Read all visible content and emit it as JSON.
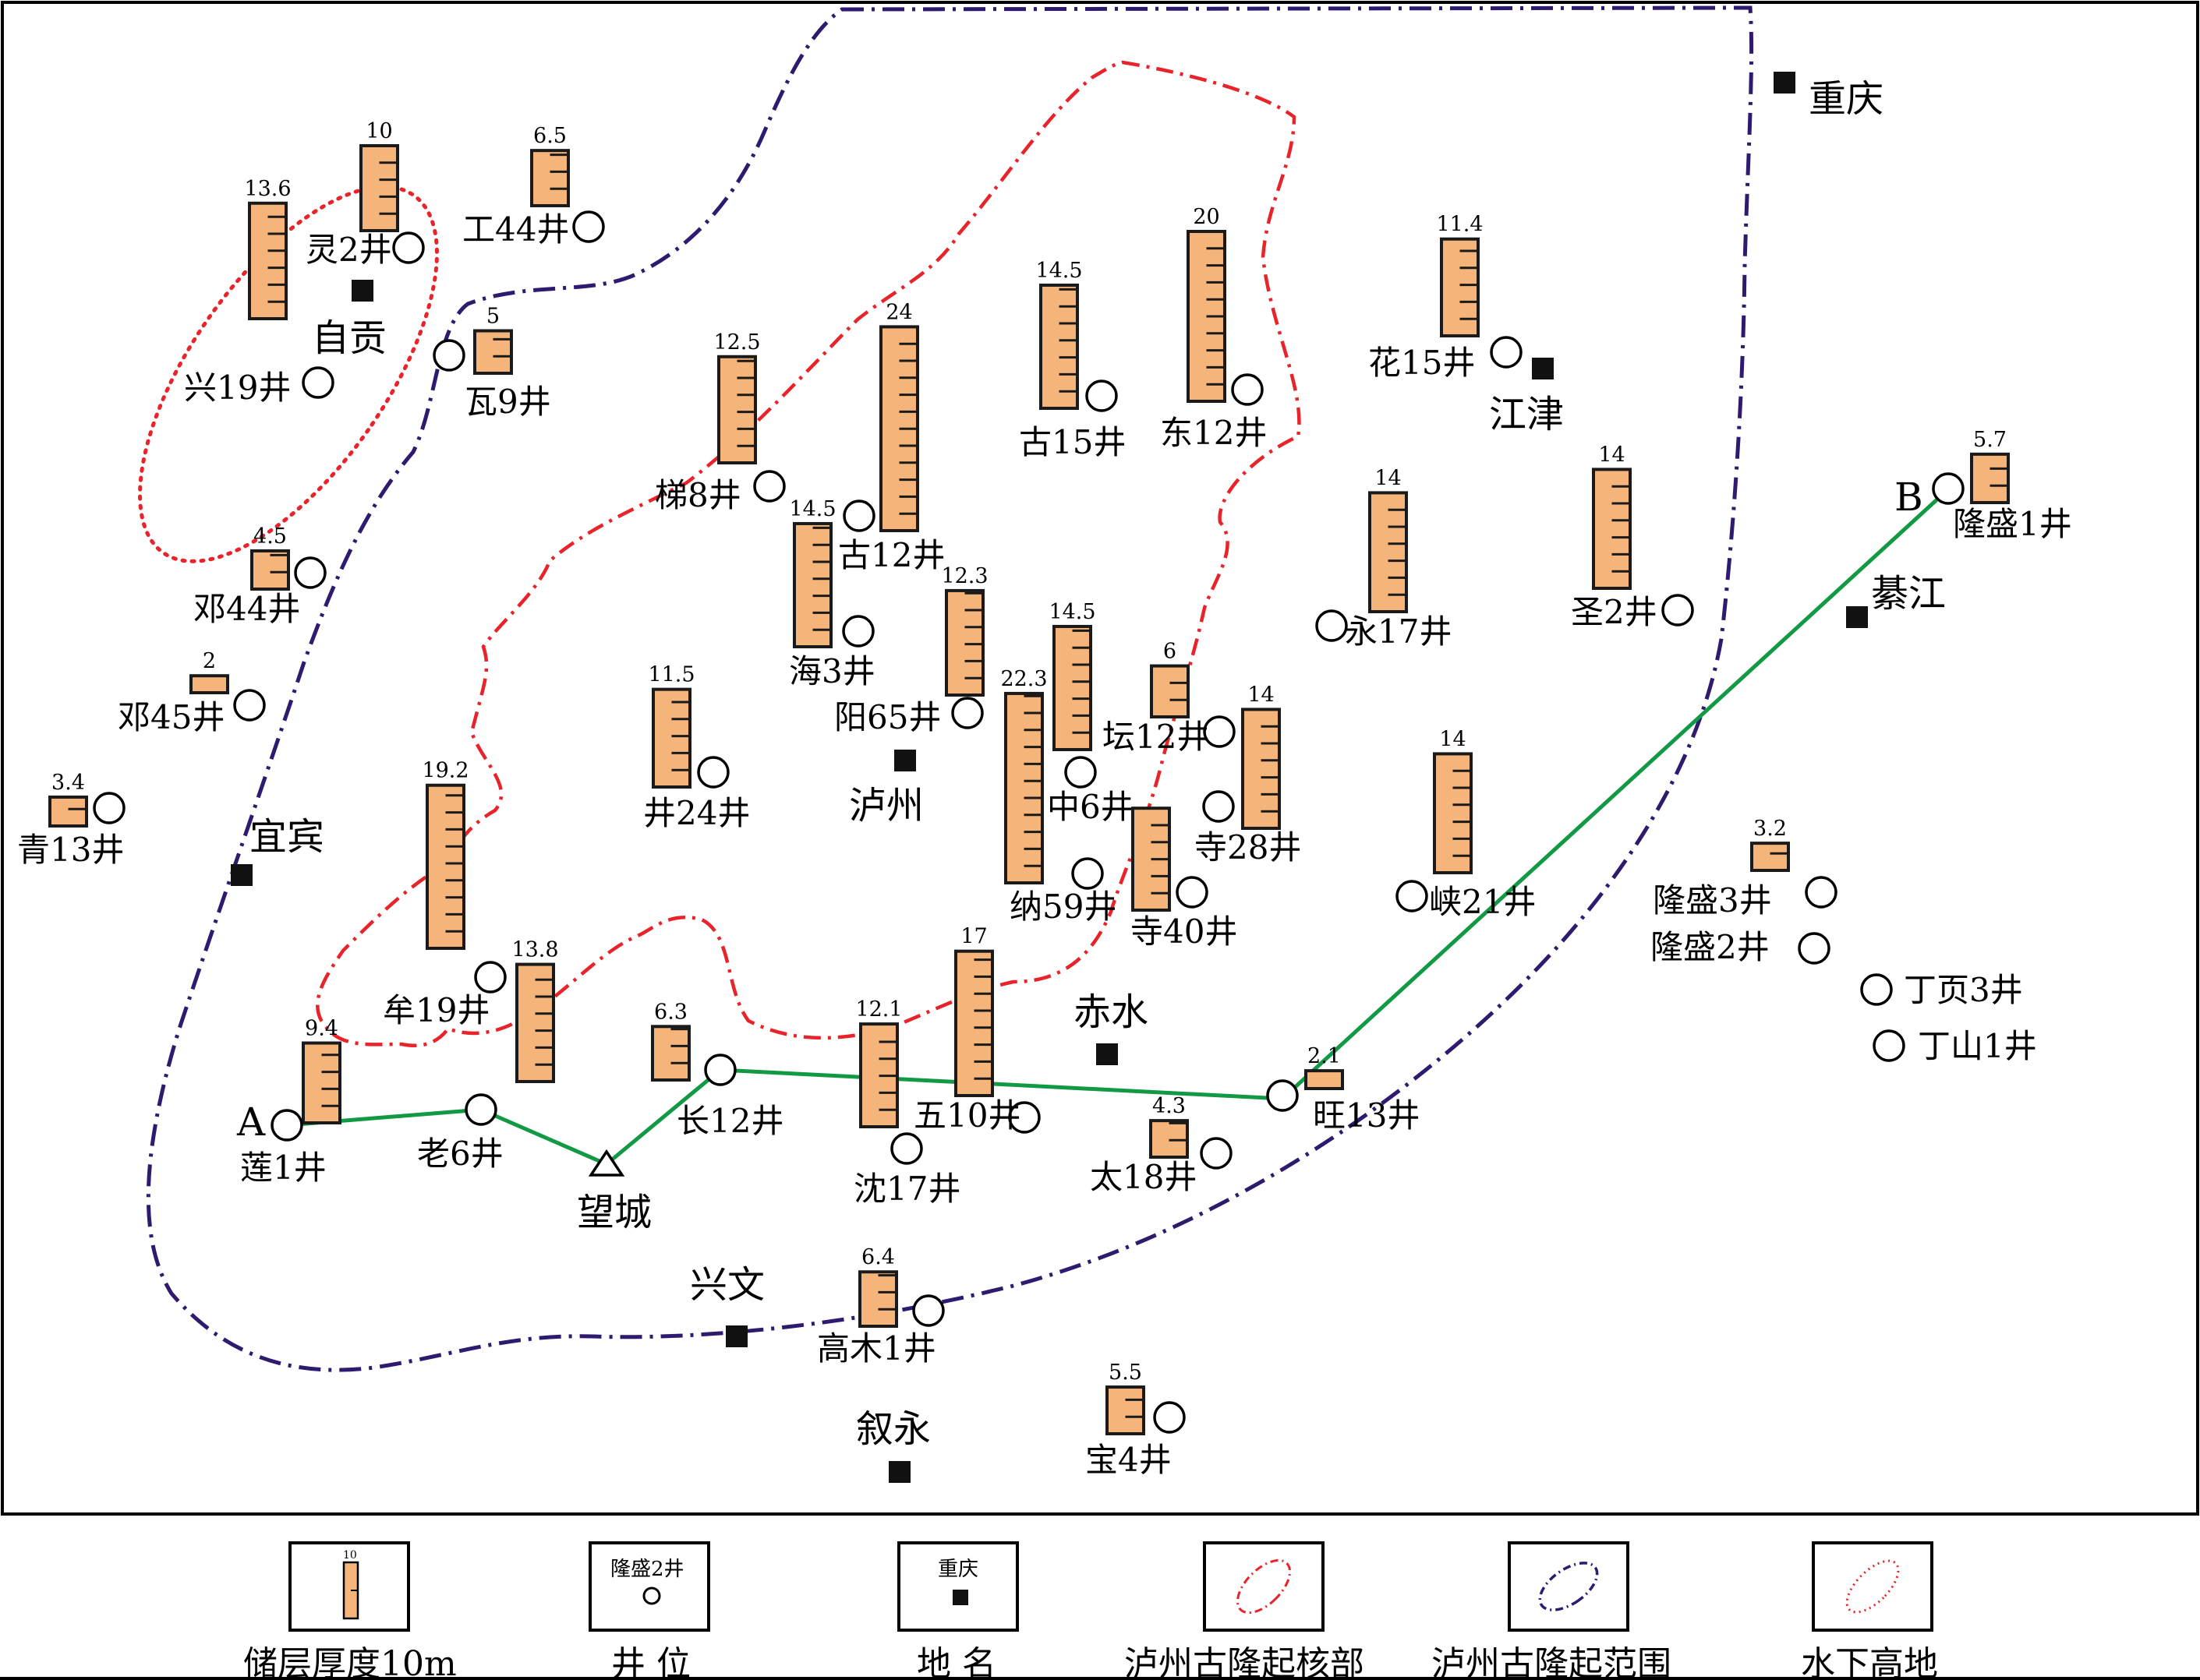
{
  "colors": {
    "bar_fill": "#F5B47A",
    "bar_stroke": "#1A1A1A",
    "core_boundary": "#E8232A",
    "range_boundary": "#2E1A6E",
    "highland": "#E8232A",
    "section_line": "#119944"
  },
  "thickness_scale_m_per_tick": 2,
  "wells": [
    {
      "name": "灵2井",
      "thickness": "10",
      "t": 10
    },
    {
      "name": "兴19井",
      "thickness": "13.6",
      "t": 13.6
    },
    {
      "name": "工44井",
      "thickness": "6.5",
      "t": 6.5
    },
    {
      "name": "瓦9井",
      "thickness": "5",
      "t": 5
    },
    {
      "name": "邓44井",
      "thickness": "4.5",
      "t": 4.5
    },
    {
      "name": "邓45井",
      "thickness": "2",
      "t": 2
    },
    {
      "name": "青13井",
      "thickness": "3.4",
      "t": 3.4
    },
    {
      "name": "梯8井",
      "thickness": "12.5",
      "t": 12.5
    },
    {
      "name": "古12井",
      "thickness": "24",
      "t": 24
    },
    {
      "name": "海3井",
      "thickness": "14.5",
      "t": 14.5
    },
    {
      "name": "古15井",
      "thickness": "14.5",
      "t": 14.5
    },
    {
      "name": "东12井",
      "thickness": "20",
      "t": 20
    },
    {
      "name": "阳65井",
      "thickness": "12.3",
      "t": 12.3
    },
    {
      "name": "井24井",
      "thickness": "11.5",
      "t": 11.5
    },
    {
      "name": "纳59井",
      "thickness": "22.3",
      "t": 22.3
    },
    {
      "name": "中6井",
      "thickness": "14.5",
      "t": 14.5
    },
    {
      "name": "坛12井",
      "thickness": "6",
      "t": 6
    },
    {
      "name": "寺40井",
      "thickness": "",
      "t": 12
    },
    {
      "name": "寺28井",
      "thickness": "14",
      "t": 14
    },
    {
      "name": "花15井",
      "thickness": "11.4",
      "t": 11.4
    },
    {
      "name": "永17井",
      "thickness": "14",
      "t": 14
    },
    {
      "name": "圣2井",
      "thickness": "14",
      "t": 14
    },
    {
      "name": "峡21井",
      "thickness": "14",
      "t": 14
    },
    {
      "name": "隆盛1井",
      "thickness": "5.7",
      "t": 5.7
    },
    {
      "name": "隆盛3井",
      "thickness": "3.2",
      "t": 3.2
    },
    {
      "name": "隆盛2井",
      "thickness": "",
      "t": 0
    },
    {
      "name": "丁页3井",
      "thickness": "",
      "t": 0
    },
    {
      "name": "丁山1井",
      "thickness": "",
      "t": 0
    },
    {
      "name": "牟19井",
      "thickness": "19.2",
      "t": 19.2
    },
    {
      "name": "莲1井",
      "thickness": "9.4",
      "t": 9.4
    },
    {
      "name": "老6井",
      "thickness": "13.8",
      "t": 13.8
    },
    {
      "name": "长12井",
      "thickness": "6.3",
      "t": 6.3
    },
    {
      "name": "五10井",
      "thickness": "17",
      "t": 17
    },
    {
      "name": "沈17井",
      "thickness": "12.1",
      "t": 12.1
    },
    {
      "name": "太18井",
      "thickness": "4.3",
      "t": 4.3
    },
    {
      "name": "旺13井",
      "thickness": "2.1",
      "t": 2.1
    },
    {
      "name": "高木1井",
      "thickness": "6.4",
      "t": 6.4
    },
    {
      "name": "宝4井",
      "thickness": "5.5",
      "t": 5.5
    }
  ],
  "cities": [
    "自贡",
    "宜宾",
    "泸州",
    "江津",
    "重庆",
    "綦江",
    "赤水",
    "兴文",
    "叙永"
  ],
  "outcrop": {
    "name": "望城"
  },
  "section": {
    "start_label": "A",
    "end_label": "B",
    "vertices": [
      "莲1井",
      "老6井",
      "望城",
      "长12井",
      "旺13井",
      "隆盛1井"
    ]
  },
  "legend": {
    "items": [
      {
        "label": "储层厚度10m",
        "sample_value": "10"
      },
      {
        "label": "井 位",
        "sample_name": "隆盛2井"
      },
      {
        "label": "地 名",
        "sample_name": "重庆"
      },
      {
        "label": "泸州古隆起核部"
      },
      {
        "label": "泸州古隆起范围"
      },
      {
        "label": "水下高地"
      }
    ]
  }
}
